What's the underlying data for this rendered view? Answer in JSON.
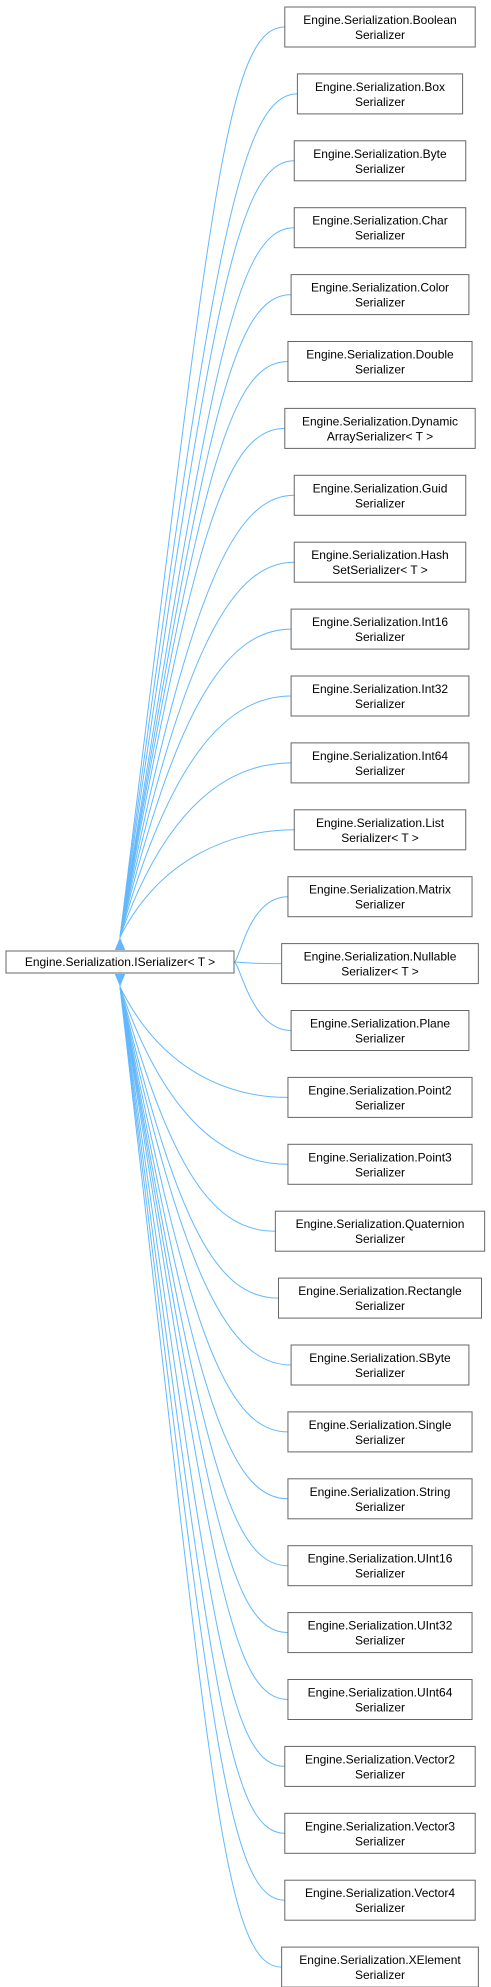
{
  "base_class": {
    "label": "Engine.Serialization.ISerializer< T >",
    "interactable": true
  },
  "derived_classes": [
    {
      "line1": "Engine.Serialization.Boolean",
      "line2": "Serializer"
    },
    {
      "line1": "Engine.Serialization.Box",
      "line2": "Serializer"
    },
    {
      "line1": "Engine.Serialization.Byte",
      "line2": "Serializer"
    },
    {
      "line1": "Engine.Serialization.Char",
      "line2": "Serializer"
    },
    {
      "line1": "Engine.Serialization.Color",
      "line2": "Serializer"
    },
    {
      "line1": "Engine.Serialization.Double",
      "line2": "Serializer"
    },
    {
      "line1": "Engine.Serialization.Dynamic",
      "line2": "ArraySerializer< T >"
    },
    {
      "line1": "Engine.Serialization.Guid",
      "line2": "Serializer"
    },
    {
      "line1": "Engine.Serialization.Hash",
      "line2": "SetSerializer< T >"
    },
    {
      "line1": "Engine.Serialization.Int16",
      "line2": "Serializer"
    },
    {
      "line1": "Engine.Serialization.Int32",
      "line2": "Serializer"
    },
    {
      "line1": "Engine.Serialization.Int64",
      "line2": "Serializer"
    },
    {
      "line1": "Engine.Serialization.List",
      "line2": "Serializer< T >"
    },
    {
      "line1": "Engine.Serialization.Matrix",
      "line2": "Serializer"
    },
    {
      "line1": "Engine.Serialization.Nullable",
      "line2": "Serializer< T >"
    },
    {
      "line1": "Engine.Serialization.Plane",
      "line2": "Serializer"
    },
    {
      "line1": "Engine.Serialization.Point2",
      "line2": "Serializer"
    },
    {
      "line1": "Engine.Serialization.Point3",
      "line2": "Serializer"
    },
    {
      "line1": "Engine.Serialization.Quaternion",
      "line2": "Serializer"
    },
    {
      "line1": "Engine.Serialization.Rectangle",
      "line2": "Serializer"
    },
    {
      "line1": "Engine.Serialization.SByte",
      "line2": "Serializer"
    },
    {
      "line1": "Engine.Serialization.Single",
      "line2": "Serializer"
    },
    {
      "line1": "Engine.Serialization.String",
      "line2": "Serializer"
    },
    {
      "line1": "Engine.Serialization.UInt16",
      "line2": "Serializer"
    },
    {
      "line1": "Engine.Serialization.UInt32",
      "line2": "Serializer"
    },
    {
      "line1": "Engine.Serialization.UInt64",
      "line2": "Serializer"
    },
    {
      "line1": "Engine.Serialization.Vector2",
      "line2": "Serializer"
    },
    {
      "line1": "Engine.Serialization.Vector3",
      "line2": "Serializer"
    },
    {
      "line1": "Engine.Serialization.Vector4",
      "line2": "Serializer"
    },
    {
      "line1": "Engine.Serialization.XElement",
      "line2": "Serializer"
    }
  ],
  "colors": {
    "edge": "#63b8ff",
    "node_border": "#666666",
    "node_fill": "#ffffff",
    "text": "#000000"
  }
}
